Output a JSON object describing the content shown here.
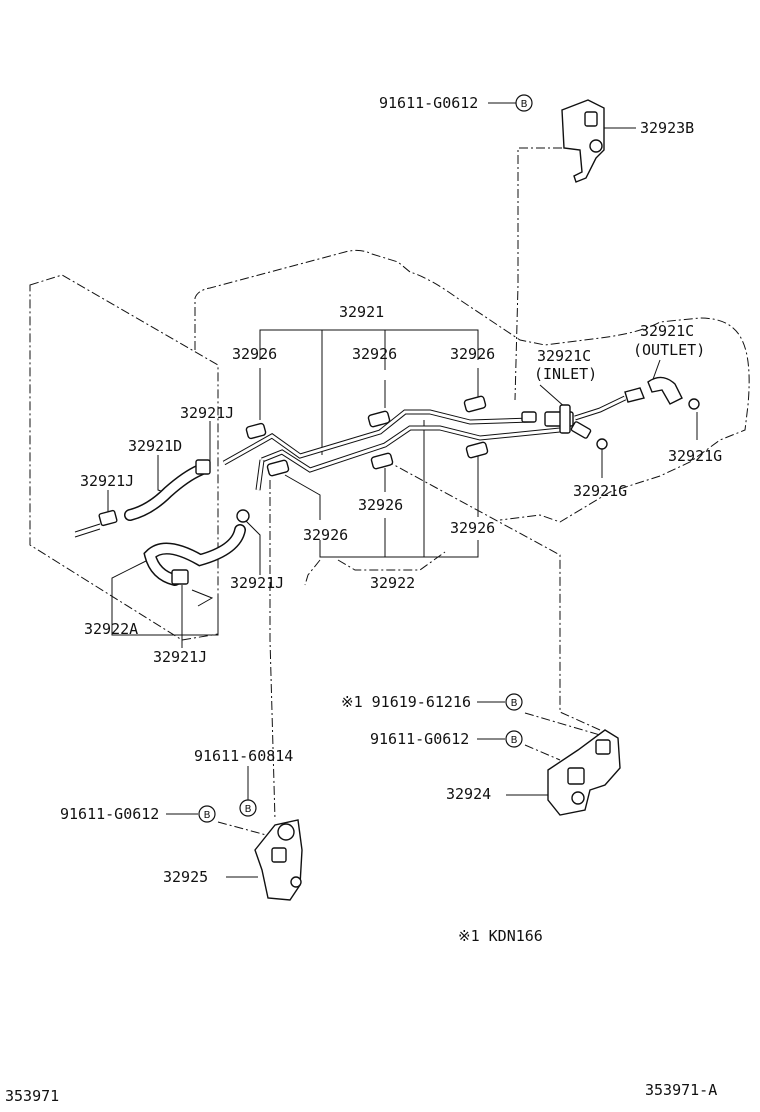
{
  "labels": {
    "bolt_top": "91611-G0612",
    "clamp_32923b": "32923B",
    "tube_assy": "32921",
    "cushion_a": "32926",
    "cushion_b": "32926",
    "cushion_c": "32926",
    "cushion_d": "32926",
    "cushion_e": "32926",
    "cushion_f": "32926",
    "inlet_part": "32921C",
    "inlet_word": "(INLET)",
    "outlet_part": "32921C",
    "outlet_word": "(OUTLET)",
    "clip_j_top": "32921J",
    "hose_d": "32921D",
    "clip_j_left": "32921J",
    "clip_j_mid": "32921J",
    "gasket_g_a": "32921G",
    "gasket_g_b": "32921G",
    "hose_a": "32922A",
    "clip_j_bottom": "32921J",
    "tube_32922": "32922",
    "bolt_kdn": "※1 91619-61216",
    "bolt_32924": "91611-G0612",
    "clamp_32924": "32924",
    "bolt_60814": "91611-60814",
    "bolt_32925": "91611-G0612",
    "clamp_32925": "32925",
    "footnote": "※1 KDN166",
    "ref_left": "353971",
    "ref_right": "353971-A"
  },
  "bolt_marker": "B"
}
